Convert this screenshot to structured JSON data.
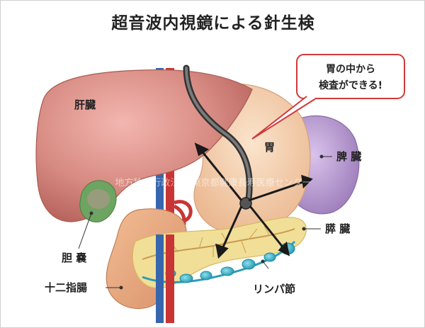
{
  "title": "超音波内視鏡による針生検",
  "callout": {
    "line1": "胃の中から",
    "line2": "検査ができる!"
  },
  "labels": {
    "liver": "肝臓",
    "stomach": "胃",
    "spleen": "脾 臓",
    "pancreas": "膵 臓",
    "gallbladder": "胆 嚢",
    "duodenum": "十二指腸",
    "lymph_node": "リンパ節"
  },
  "watermark": "地方独立行政法人 東京都健康長寿医療センター",
  "colors": {
    "liver": "#cf7d76",
    "stomach": "#f2c9a4",
    "spleen": "#a98bc4",
    "pancreas": "#f1df98",
    "duodenum": "#e6a77d",
    "gallbladder": "#6ea462",
    "lymph": "#3fb2c8",
    "aorta": "#d0393b",
    "vena_cava": "#3c6fb5",
    "callout_border": "#d0393b"
  }
}
